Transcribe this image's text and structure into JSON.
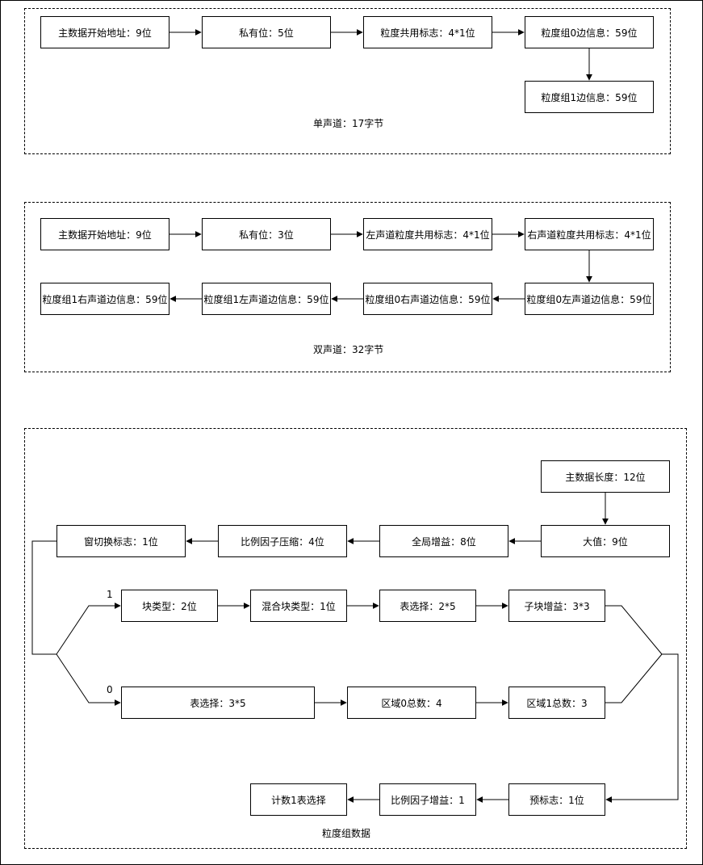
{
  "groups": {
    "mono": {
      "caption": "单声道：17字节",
      "nodes": {
        "main_addr": "主数据开始地址：9位",
        "private": "私有位：5位",
        "gran_share": "粒度共用标志：4*1位",
        "gran0": "粒度组0边信息：59位",
        "gran1": "粒度组1边信息：59位"
      }
    },
    "stereo": {
      "caption": "双声道：32字节",
      "nodes": {
        "main_addr": "主数据开始地址：9位",
        "private": "私有位：3位",
        "left_share": "左声道粒度共用标志：4*1位",
        "right_share": "右声道粒度共用标志：4*1位",
        "g0_left": "粒度组0左声道边信息：59位",
        "g0_right": "粒度组0右声道边信息：59位",
        "g1_left": "粒度组1左声道边信息：59位",
        "g1_right": "粒度组1右声道边信息：59位"
      }
    },
    "granule": {
      "caption": "粒度组数据",
      "branch1": "1",
      "branch0": "0",
      "nodes": {
        "main_len": "主数据长度：12位",
        "big_val": "大值：9位",
        "global_gain": "全局增益：8位",
        "scale_compress": "比例因子压缩：4位",
        "win_switch": "窗切换标志：1位",
        "block_type": "块类型：2位",
        "mixed_block": "混合块类型：1位",
        "table_sel_2x5": "表选择：2*5",
        "subblock_gain": "子块增益：3*3",
        "table_sel_3x5": "表选择：3*5",
        "region0": "区域0总数：4",
        "region1": "区域1总数：3",
        "preflag": "预标志：1位",
        "scalefac_scale": "比例因子增益：1",
        "count1_table": "计数1表选择"
      }
    }
  }
}
